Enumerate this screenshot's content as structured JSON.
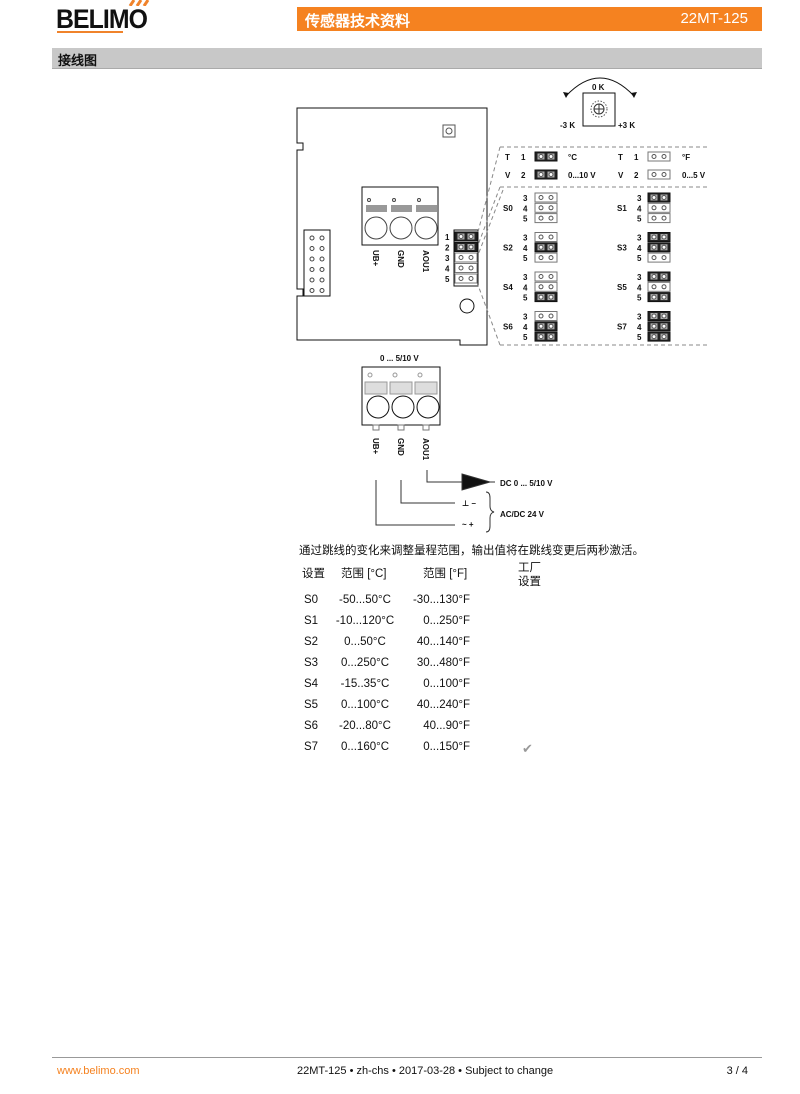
{
  "header": {
    "brand": "BELIMO",
    "doc_type": "传感器技术资料",
    "product": "22MT-125",
    "brand_color": "#f58220"
  },
  "section": {
    "title": "接线图"
  },
  "diagram": {
    "knob": {
      "center": "0 K",
      "min": "-3 K",
      "max": "+3 K"
    },
    "board_terminals": [
      "UB+",
      "GND",
      "AOU1"
    ],
    "header_pins": [
      "1",
      "2",
      "3",
      "4",
      "5"
    ],
    "header_pins_closed": [
      true,
      true,
      false,
      false,
      false
    ],
    "unit_row": {
      "label": "T",
      "pin": "1",
      "option_a": "°C",
      "option_b": "°F"
    },
    "output_row": {
      "label": "V",
      "pin": "2",
      "option_a": "0...10 V",
      "option_b": "0...5 V"
    },
    "settings": [
      {
        "name": "S0",
        "closed": [
          false,
          false,
          false
        ]
      },
      {
        "name": "S1",
        "closed": [
          true,
          false,
          false
        ]
      },
      {
        "name": "S2",
        "closed": [
          false,
          true,
          false
        ]
      },
      {
        "name": "S3",
        "closed": [
          true,
          true,
          false
        ]
      },
      {
        "name": "S4",
        "closed": [
          false,
          false,
          true
        ]
      },
      {
        "name": "S5",
        "closed": [
          true,
          false,
          true
        ]
      },
      {
        "name": "S6",
        "closed": [
          false,
          true,
          true
        ]
      },
      {
        "name": "S7",
        "closed": [
          true,
          true,
          true
        ]
      }
    ],
    "setting_pins": [
      "3",
      "4",
      "5"
    ],
    "plug_label": "0 ... 5/10 V",
    "plug_terminals": [
      "UB+",
      "GND",
      "AOU1"
    ],
    "output_label": "DC 0 ... 5/10 V",
    "gnd_symbol": "⊥  –",
    "supply_symbol": "~  +",
    "supply_label": "AC/DC 24 V"
  },
  "intro": "通过跳线的变化来调整量程范围，输出值将在跳线变更后两秒激活。",
  "table": {
    "headers": {
      "setting": "设置",
      "range_c": "范围 [°C]",
      "range_f": "范围 [°F]",
      "factory_1": "工厂",
      "factory_2": "设置"
    },
    "rows": [
      {
        "setting": "S0",
        "range_c": "-50...50°C",
        "range_f": "-30...130°F",
        "factory": false
      },
      {
        "setting": "S1",
        "range_c": "-10...120°C",
        "range_f": "0...250°F",
        "factory": false
      },
      {
        "setting": "S2",
        "range_c": "0...50°C",
        "range_f": "40...140°F",
        "factory": false
      },
      {
        "setting": "S3",
        "range_c": "0...250°C",
        "range_f": "30...480°F",
        "factory": false
      },
      {
        "setting": "S4",
        "range_c": "-15..35°C",
        "range_f": "0...100°F",
        "factory": false
      },
      {
        "setting": "S5",
        "range_c": "0...100°C",
        "range_f": "40...240°F",
        "factory": false
      },
      {
        "setting": "S6",
        "range_c": "-20...80°C",
        "range_f": "40...90°F",
        "factory": false
      },
      {
        "setting": "S7",
        "range_c": "0...160°C",
        "range_f": "0...150°F",
        "factory": true
      }
    ],
    "check_glyph": "✔"
  },
  "footer": {
    "website": "www.belimo.com",
    "info": "22MT-125 • zh-chs • 2017-03-28 • Subject to change",
    "page": "3 / 4"
  }
}
